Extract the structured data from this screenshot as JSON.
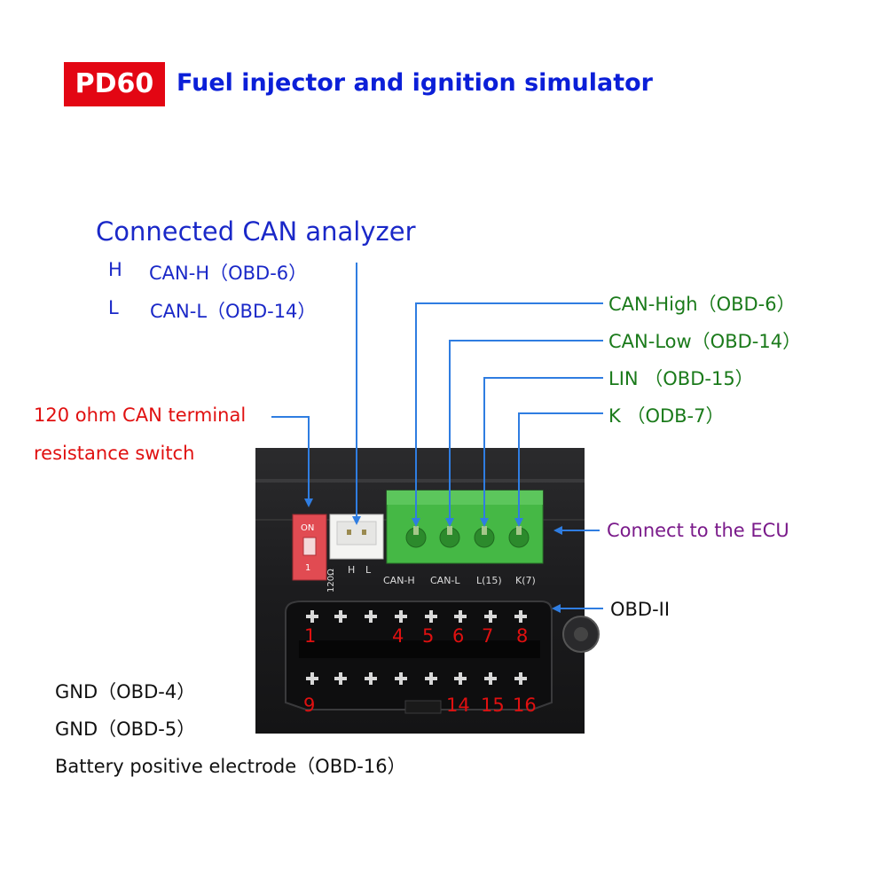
{
  "header": {
    "model_badge": "PD60",
    "title": "Fuel injector and ignition simulator"
  },
  "can_analyzer": {
    "heading": "Connected CAN analyzer",
    "h_key": "H",
    "h_value": "CAN-H（OBD-6）",
    "l_key": "L",
    "l_value": "CAN-L（OBD-14）"
  },
  "terminal_switch": {
    "line1": "120 ohm CAN terminal",
    "line2": "resistance switch",
    "switch_on": "ON",
    "switch_num": "1",
    "switch_side": "120Ω"
  },
  "jst_connector": {
    "h": "H",
    "l": "L"
  },
  "green_terminal": {
    "labels": [
      "CAN-H",
      "CAN-L",
      "L(15)",
      "K(7)"
    ]
  },
  "pin_callouts": [
    {
      "label": "CAN-High（OBD-6）"
    },
    {
      "label": "CAN-Low（OBD-14）"
    },
    {
      "label": "LIN  （OBD-15）"
    },
    {
      "label": "K       （ODB-7）"
    }
  ],
  "ecu_callout": "Connect to the ECU",
  "obd_callout": "OBD-II",
  "obd_pins": {
    "top": [
      "1",
      "4",
      "5",
      "6",
      "7",
      "8"
    ],
    "bottom": [
      "9",
      "14",
      "15",
      "16"
    ]
  },
  "power_notes": [
    "GND（OBD-4）",
    "GND（OBD-5）",
    "Battery positive electrode（OBD-16）"
  ],
  "colors": {
    "arrow": "#2f7de1",
    "badge": "#e30613",
    "title": "#0b1fd8",
    "terminal": "#3fb83f"
  }
}
